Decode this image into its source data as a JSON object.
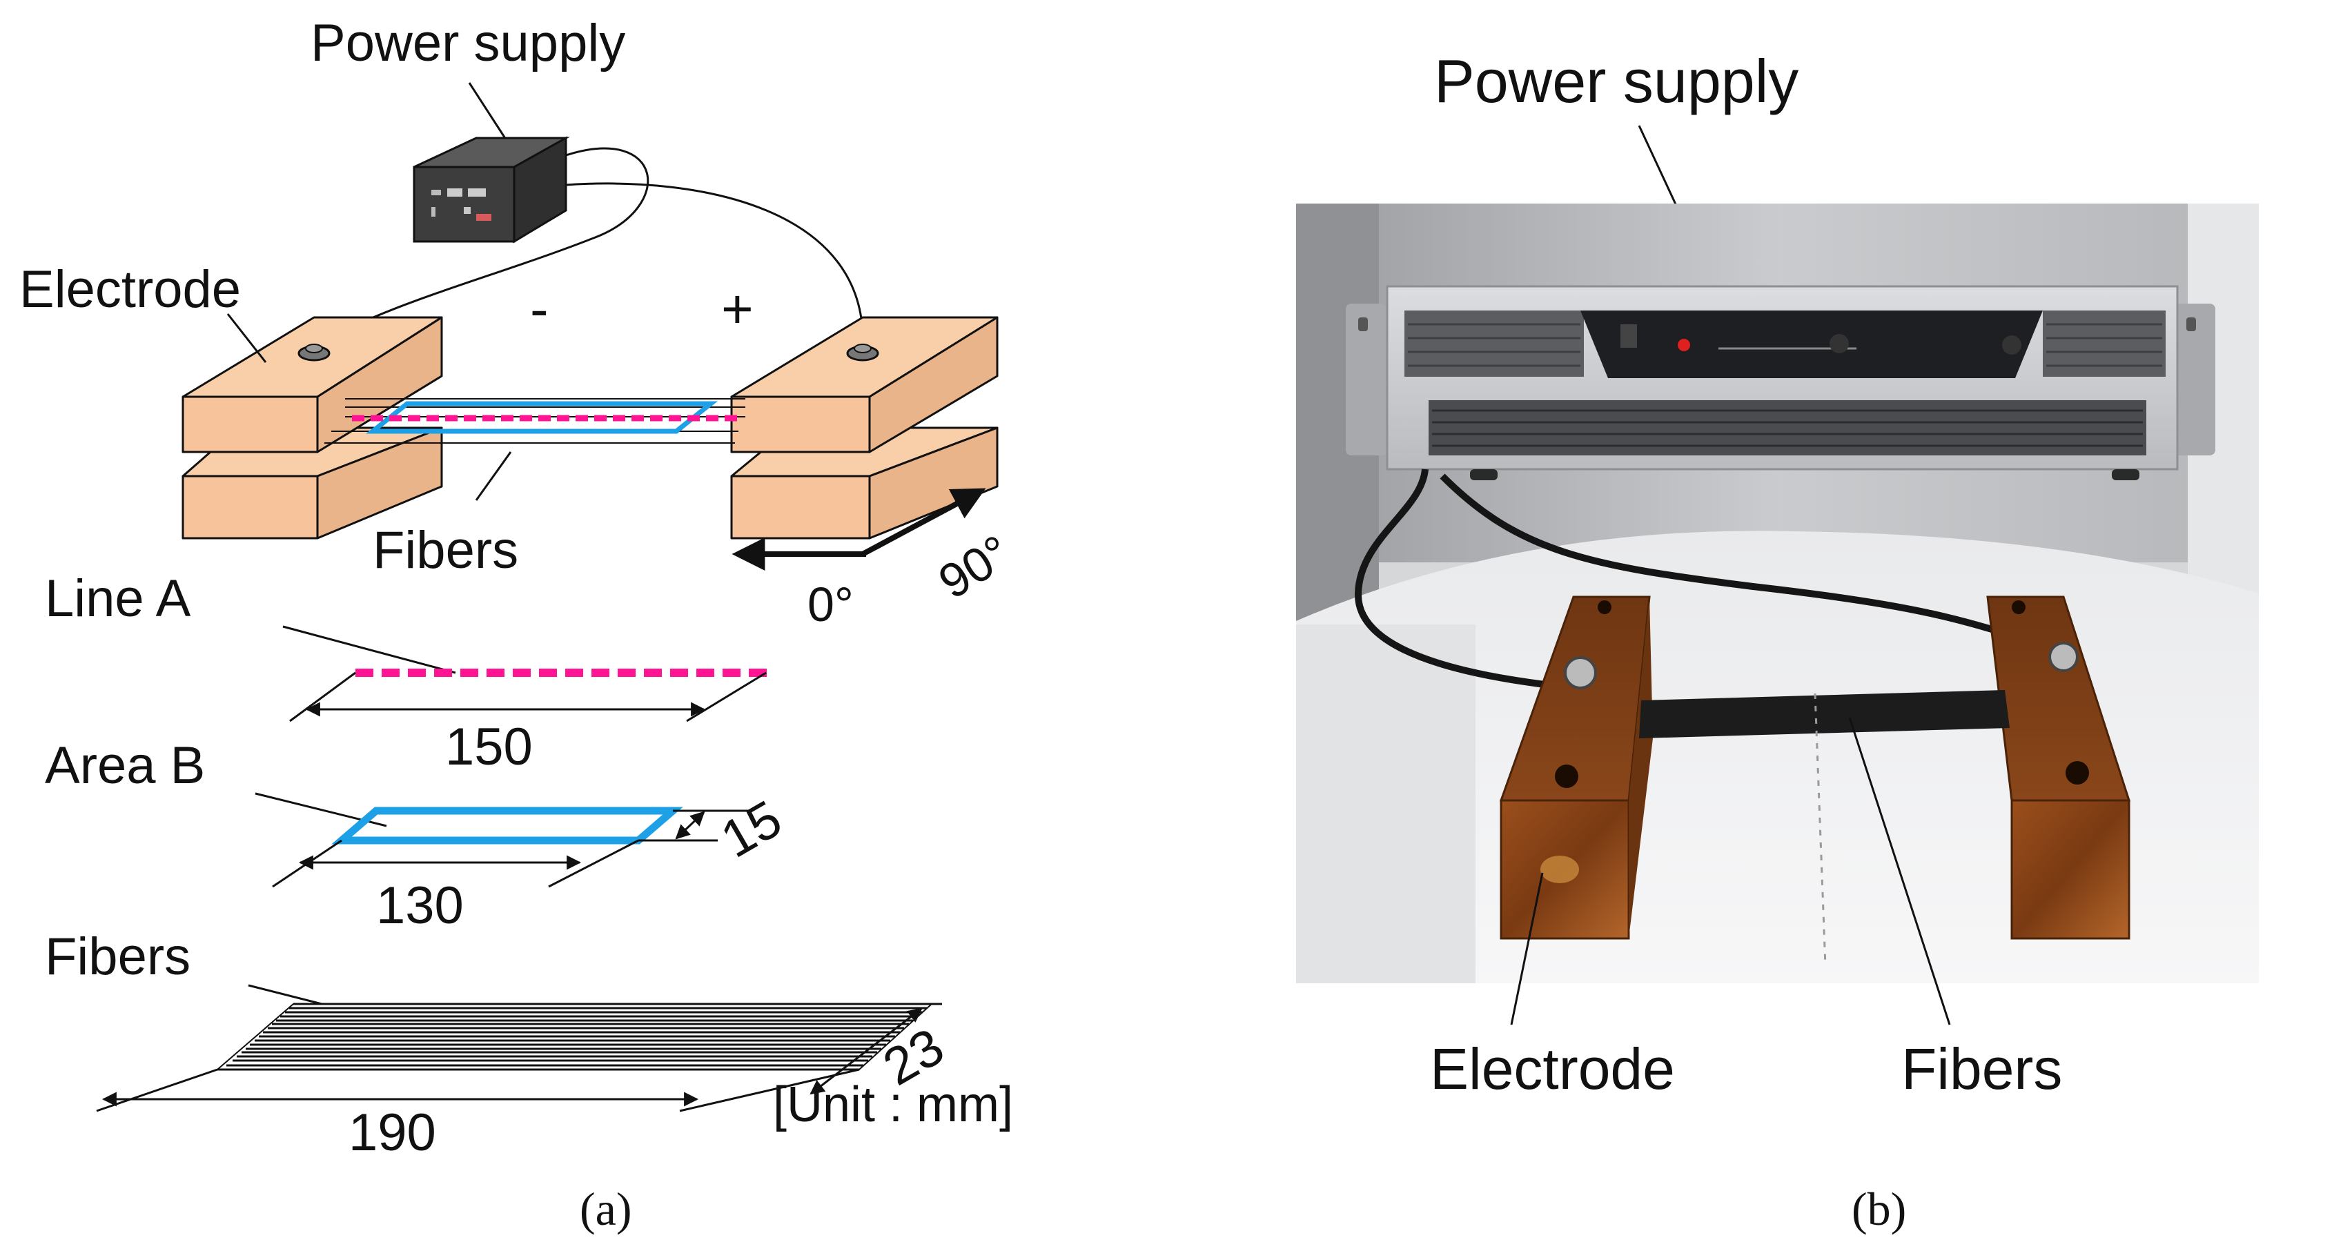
{
  "panel_a": {
    "power_supply_label": "Power supply",
    "electrode_label": "Electrode",
    "minus_sign": "-",
    "plus_sign": "+",
    "fibers_label": "Fibers",
    "angle_0_label": "0°",
    "angle_90_label": "90°",
    "line_a_label": "Line A",
    "line_a_length": "150",
    "area_b_label": "Area B",
    "area_b_length": "130",
    "area_b_width": "15",
    "fibers_detail_label": "Fibers",
    "fibers_length": "190",
    "fibers_width": "23",
    "unit_note": "[Unit : mm]",
    "caption": "(a)"
  },
  "panel_b": {
    "power_supply_label": "Power supply",
    "electrode_label": "Electrode",
    "fibers_label": "Fibers",
    "caption": "(b)"
  },
  "colors": {
    "line_a": "#ff1493",
    "area_b": "#1ea0e6",
    "electrode_wood": "#f6c39a",
    "power_supply_box": "#3a3a3a"
  }
}
